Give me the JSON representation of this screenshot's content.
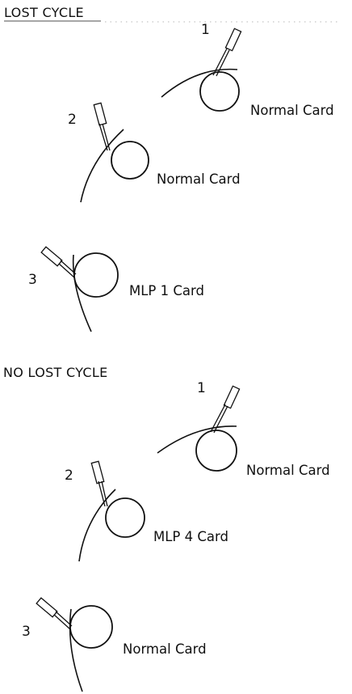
{
  "sections": [
    {
      "heading": "LOST CYCLE",
      "steps": [
        {
          "number": "1",
          "label": "Normal Card"
        },
        {
          "number": "2",
          "label": "Normal Card"
        },
        {
          "number": "3",
          "label": "MLP 1 Card"
        }
      ]
    },
    {
      "heading": "NO LOST CYCLE",
      "steps": [
        {
          "number": "1",
          "label": "Normal Card"
        },
        {
          "number": "2",
          "label": "MLP 4 Card"
        },
        {
          "number": "3",
          "label": "Normal Card"
        }
      ]
    }
  ]
}
